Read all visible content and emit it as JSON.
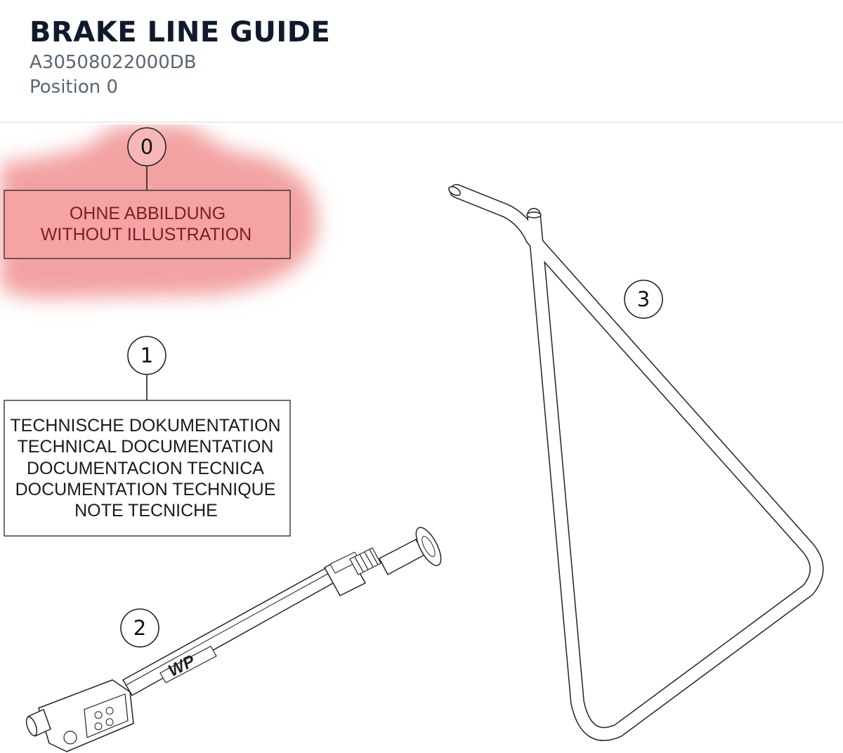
{
  "header": {
    "title": "BRAKE LINE GUIDE",
    "part_number": "A30508022000DB",
    "position": "Position 0"
  },
  "diagram": {
    "highlight_color": "#f3a2a2",
    "callouts": [
      {
        "number": "0",
        "lines": [
          "OHNE ABBILDUNG",
          "WITHOUT ILLUSTRATION"
        ]
      },
      {
        "number": "1",
        "lines": [
          "TECHNISCHE DOKUMENTATION",
          "TECHNICAL DOCUMENTATION",
          "DOCUMENTACION TECNICA",
          "DOCUMENTATION TECHNIQUE",
          "NOTE TECNICHE"
        ]
      },
      {
        "number": "2"
      },
      {
        "number": "3"
      }
    ],
    "tool_logo_text": "WP"
  }
}
